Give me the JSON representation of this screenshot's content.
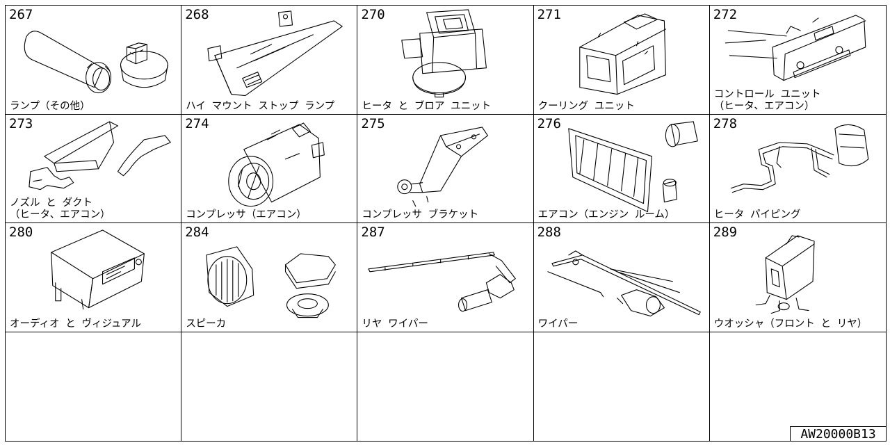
{
  "cells": [
    {
      "number": "267",
      "label": "ランプ（その他）",
      "icon": "lamp-bulb-socket-icon"
    },
    {
      "number": "268",
      "label": "ハイ マウント ストップ ランプ",
      "icon": "high-mount-stop-lamp-icon"
    },
    {
      "number": "270",
      "label": "ヒータ と ブロア ユニット",
      "icon": "heater-blower-unit-icon"
    },
    {
      "number": "271",
      "label": "クーリング ユニット",
      "icon": "cooling-unit-icon"
    },
    {
      "number": "272",
      "label": "コントロール ユニット\n（ヒータ、エアコン）",
      "icon": "control-unit-icon"
    },
    {
      "number": "273",
      "label": "ノズル と ダクト\n（ヒータ、エアコン）",
      "icon": "nozzle-duct-icon"
    },
    {
      "number": "274",
      "label": "コンプレッサ（エアコン）",
      "icon": "compressor-icon"
    },
    {
      "number": "275",
      "label": "コンプレッサ ブラケット",
      "icon": "compressor-bracket-icon"
    },
    {
      "number": "276",
      "label": "エアコン（エンジン ルーム）",
      "icon": "aircon-condenser-icon"
    },
    {
      "number": "278",
      "label": "ヒータ パイピング",
      "icon": "heater-piping-icon"
    },
    {
      "number": "280",
      "label": "オーディオ と ヴィジュアル",
      "icon": "audio-unit-icon"
    },
    {
      "number": "284",
      "label": "スピーカ",
      "icon": "speaker-icon"
    },
    {
      "number": "287",
      "label": "リヤ ワイパー",
      "icon": "rear-wiper-icon"
    },
    {
      "number": "288",
      "label": "ワイパー",
      "icon": "wiper-icon"
    },
    {
      "number": "289",
      "label": "ウオッシャ（フロント と リヤ）",
      "icon": "washer-tank-icon"
    }
  ],
  "diagram_code": "AW20000B13"
}
